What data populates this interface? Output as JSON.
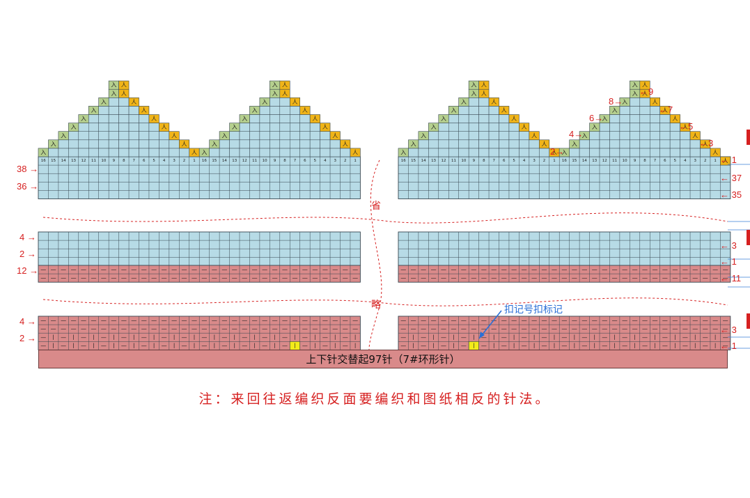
{
  "cast_on": "上下针交替起97针（7#环形针）",
  "note": "注：来回往返编织反面要编织和图纸相反的针法。",
  "marker_label": "扣记号扣标记",
  "omit_labels": [
    "省",
    "略"
  ],
  "colors": {
    "blue": "#b7dbe6",
    "pink": "#d98a8a",
    "green": "#b5cf8e",
    "orange": "#f0b418",
    "yellow": "#f2ea1a",
    "grid": "#36454f",
    "red": "#d62020",
    "marker_blue": "#2a6fd6"
  },
  "left_row_labels": [
    {
      "text": "38"
    },
    {
      "text": "36"
    },
    {
      "text": "4"
    },
    {
      "text": "2"
    },
    {
      "text": "12"
    },
    {
      "text": "4"
    },
    {
      "text": "2"
    }
  ],
  "right_row_labels": [
    {
      "text": "1"
    },
    {
      "text": "37"
    },
    {
      "text": "35"
    },
    {
      "text": "3"
    },
    {
      "text": "1"
    },
    {
      "text": "11"
    },
    {
      "text": "3"
    },
    {
      "text": "1"
    }
  ],
  "decrease_labels": [
    "2",
    "3",
    "4",
    "5",
    "6",
    "7",
    "8",
    "9"
  ],
  "stitch_numbers": [
    "16",
    "15",
    "14",
    "13",
    "12",
    "11",
    "10",
    "9",
    "8",
    "7",
    "6",
    "5",
    "4",
    "3",
    "2",
    "1"
  ],
  "knit_symbol": "丨",
  "purl_symbol": "—",
  "dec_symbol_left": "入",
  "dec_symbol_right": "人"
}
